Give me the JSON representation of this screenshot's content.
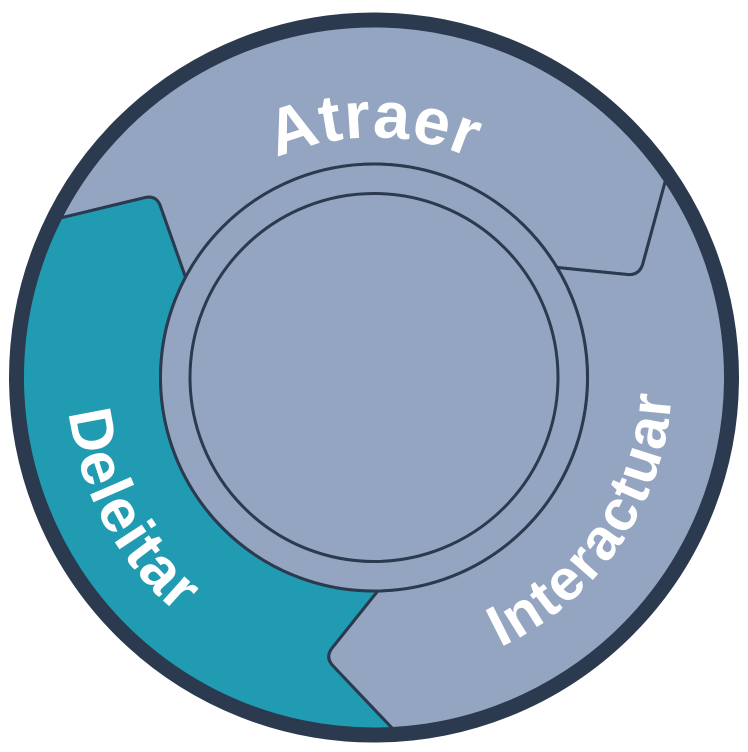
{
  "flywheel": {
    "segments": [
      {
        "id": "atraer",
        "label": "Atraer",
        "fill": "#94a5c1",
        "highlighted": false
      },
      {
        "id": "interactuar",
        "label": "Interactuar",
        "fill": "#94a5c1",
        "highlighted": false
      },
      {
        "id": "deleitar",
        "label": "Deleitar",
        "fill": "#209bb2",
        "highlighted": true
      }
    ],
    "colors": {
      "segment_gray": "#94a5c1",
      "segment_teal": "#209bb2",
      "outline_navy": "#2b3a4e",
      "label_white": "#ffffff",
      "background": "#ffffff"
    }
  }
}
